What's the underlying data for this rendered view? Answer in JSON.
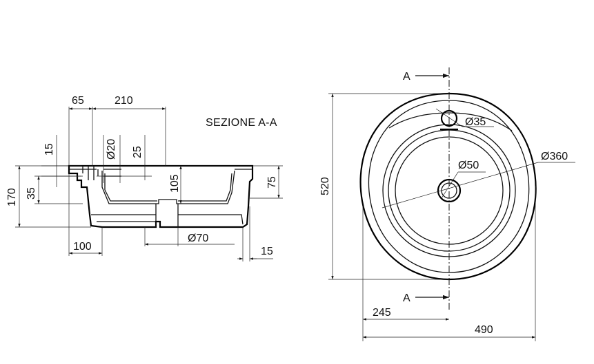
{
  "section_title": "SEZIONE A-A",
  "section_view": {
    "dim_top_left": "65",
    "dim_top_right": "210",
    "dim_15_left": "15",
    "dim_diam_20": "Ø20",
    "dim_25": "25",
    "dim_105": "105",
    "dim_75": "75",
    "dim_170": "170",
    "dim_35": "35",
    "dim_100": "100",
    "dim_diam_70": "Ø70",
    "dim_15_bottom": "15"
  },
  "plan_view": {
    "section_marker_top": "A",
    "section_marker_bottom": "A",
    "dim_tap_hole": "Ø35",
    "dim_bowl": "Ø360",
    "dim_drain": "Ø50",
    "dim_depth": "520",
    "dim_half_width": "245",
    "dim_width": "490"
  }
}
